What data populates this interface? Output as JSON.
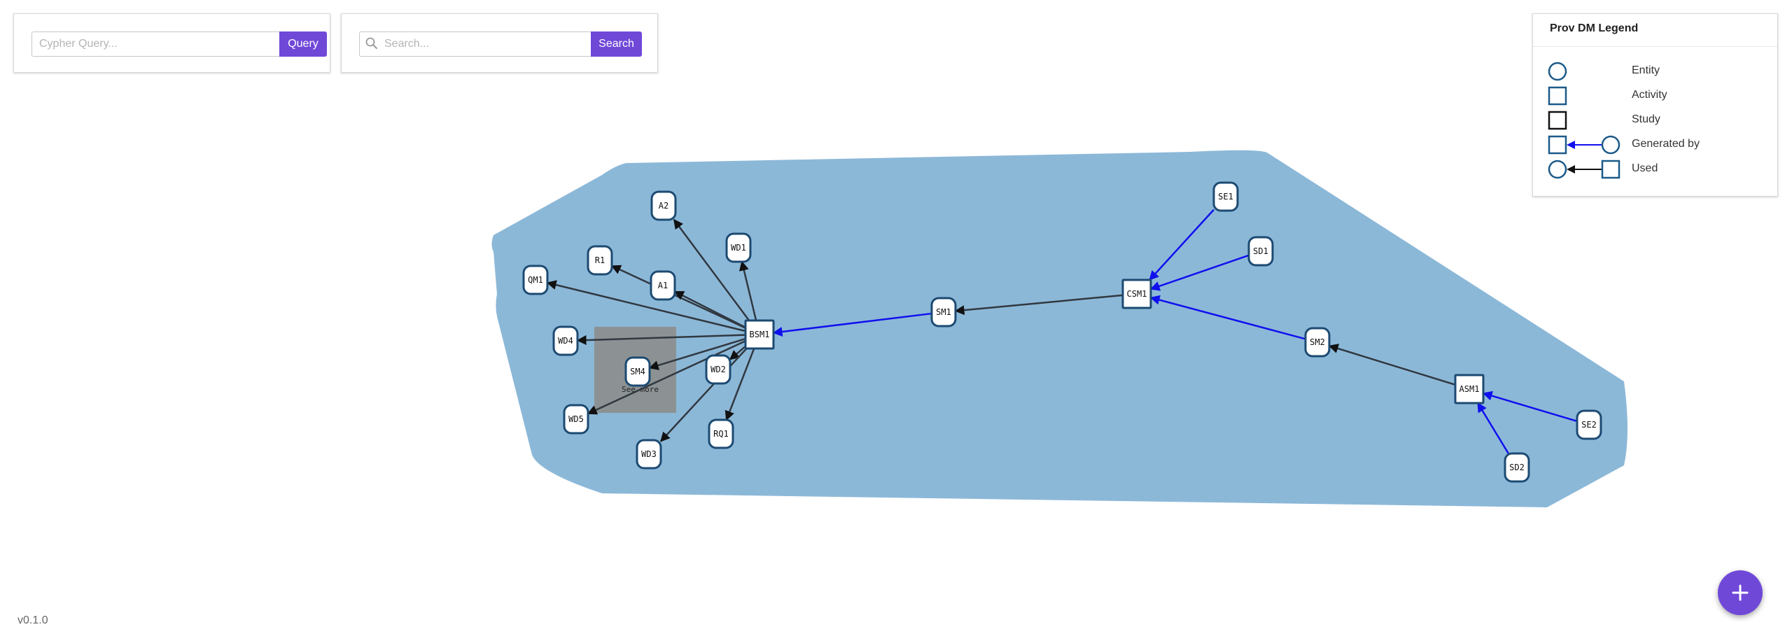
{
  "query_panel": {
    "placeholder": "Cypher Query...",
    "button_label": "Query"
  },
  "search_panel": {
    "placeholder": "Search...",
    "button_label": "Search",
    "icon": "search-icon"
  },
  "legend": {
    "title": "Prov DM Legend",
    "items": [
      {
        "label": "Entity",
        "symbol": "circle"
      },
      {
        "label": "Activity",
        "symbol": "square"
      },
      {
        "label": "Study",
        "symbol": "square-black"
      },
      {
        "label": "Generated by",
        "symbol": "activity-arrow-entity"
      },
      {
        "label": "Used",
        "symbol": "entity-arrow-activity"
      }
    ]
  },
  "graph": {
    "cluster_color": "#8cb8d8",
    "entity_edge_color": "#1010ee",
    "used_edge_color": "#303840",
    "node_stroke": "#1c4a72",
    "more_box_label": "See more",
    "nodes": [
      {
        "id": "BSM1",
        "kind": "activity"
      },
      {
        "id": "SM1",
        "kind": "entity"
      },
      {
        "id": "CSM1",
        "kind": "activity"
      },
      {
        "id": "SE1",
        "kind": "entity"
      },
      {
        "id": "SD1",
        "kind": "entity"
      },
      {
        "id": "SM2",
        "kind": "entity"
      },
      {
        "id": "ASM1",
        "kind": "activity"
      },
      {
        "id": "SE2",
        "kind": "entity"
      },
      {
        "id": "SD2",
        "kind": "entity"
      },
      {
        "id": "A2",
        "kind": "entity"
      },
      {
        "id": "WD1",
        "kind": "entity"
      },
      {
        "id": "R1",
        "kind": "entity"
      },
      {
        "id": "A1",
        "kind": "entity"
      },
      {
        "id": "QM1",
        "kind": "entity"
      },
      {
        "id": "WD4",
        "kind": "entity"
      },
      {
        "id": "SM4",
        "kind": "entity"
      },
      {
        "id": "WD2",
        "kind": "entity"
      },
      {
        "id": "WD5",
        "kind": "entity"
      },
      {
        "id": "WD3",
        "kind": "entity"
      },
      {
        "id": "RQ1",
        "kind": "entity"
      }
    ],
    "edges": [
      {
        "from": "SE1",
        "to": "CSM1",
        "type": "generated"
      },
      {
        "from": "SD1",
        "to": "CSM1",
        "type": "generated"
      },
      {
        "from": "SM2",
        "to": "CSM1",
        "type": "generated"
      },
      {
        "from": "CSM1",
        "to": "SM1",
        "type": "used"
      },
      {
        "from": "SM1",
        "to": "BSM1",
        "type": "generated"
      },
      {
        "from": "ASM1",
        "to": "SM2",
        "type": "used"
      },
      {
        "from": "SE2",
        "to": "ASM1",
        "type": "generated"
      },
      {
        "from": "SD2",
        "to": "ASM1",
        "type": "generated"
      },
      {
        "from": "BSM1",
        "to": "A2",
        "type": "used"
      },
      {
        "from": "BSM1",
        "to": "WD1",
        "type": "used"
      },
      {
        "from": "BSM1",
        "to": "R1",
        "type": "used"
      },
      {
        "from": "BSM1",
        "to": "A1",
        "type": "used"
      },
      {
        "from": "BSM1",
        "to": "QM1",
        "type": "used"
      },
      {
        "from": "BSM1",
        "to": "WD4",
        "type": "used"
      },
      {
        "from": "BSM1",
        "to": "SM4",
        "type": "used"
      },
      {
        "from": "BSM1",
        "to": "WD2",
        "type": "used"
      },
      {
        "from": "BSM1",
        "to": "WD5",
        "type": "used"
      },
      {
        "from": "BSM1",
        "to": "WD3",
        "type": "used"
      },
      {
        "from": "BSM1",
        "to": "RQ1",
        "type": "used"
      }
    ]
  },
  "version": "v0.1.0",
  "fab": {
    "icon": "plus-icon"
  },
  "colors": {
    "accent": "#7048d8"
  }
}
